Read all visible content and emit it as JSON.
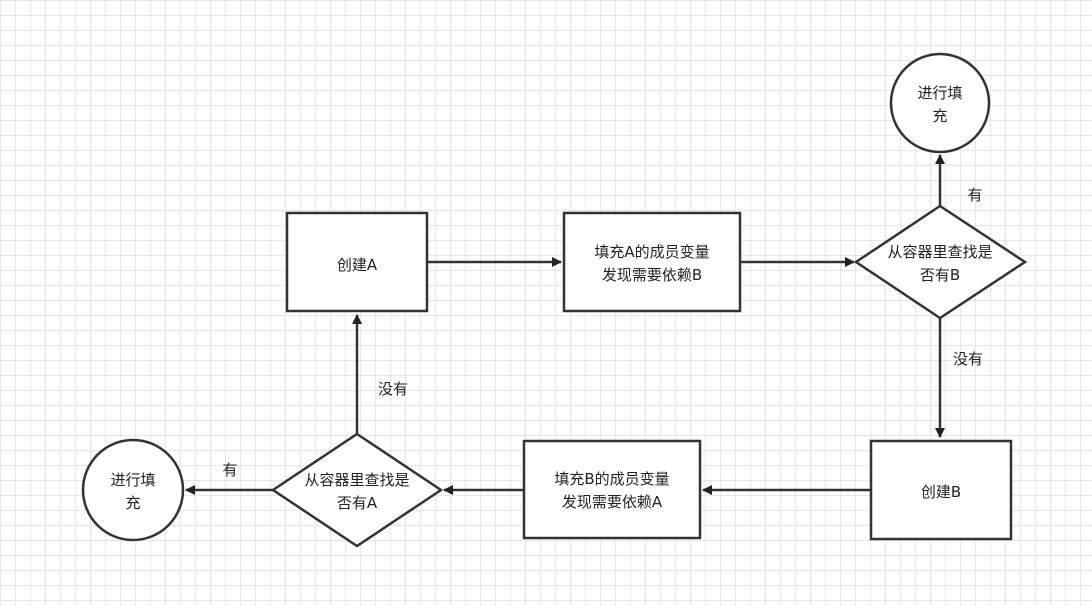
{
  "diagram": {
    "nodes": {
      "create_a": {
        "lines": [
          "创建A"
        ]
      },
      "fill_a": {
        "lines": [
          "填充A的成员变量",
          "发现需要依赖B"
        ]
      },
      "check_b": {
        "lines": [
          "从容器里查找是",
          "否有B"
        ]
      },
      "fill_done_top": {
        "lines": [
          "进行填",
          "充"
        ]
      },
      "create_b": {
        "lines": [
          "创建B"
        ]
      },
      "fill_b": {
        "lines": [
          "填充B的成员变量",
          "发现需要依赖A"
        ]
      },
      "check_a": {
        "lines": [
          "从容器里查找是",
          "否有A"
        ]
      },
      "fill_done_bottom": {
        "lines": [
          "进行填",
          "充"
        ]
      }
    },
    "edges": {
      "check_b_yes": "有",
      "check_b_no": "没有",
      "check_a_yes": "有",
      "check_a_no": "没有"
    }
  }
}
